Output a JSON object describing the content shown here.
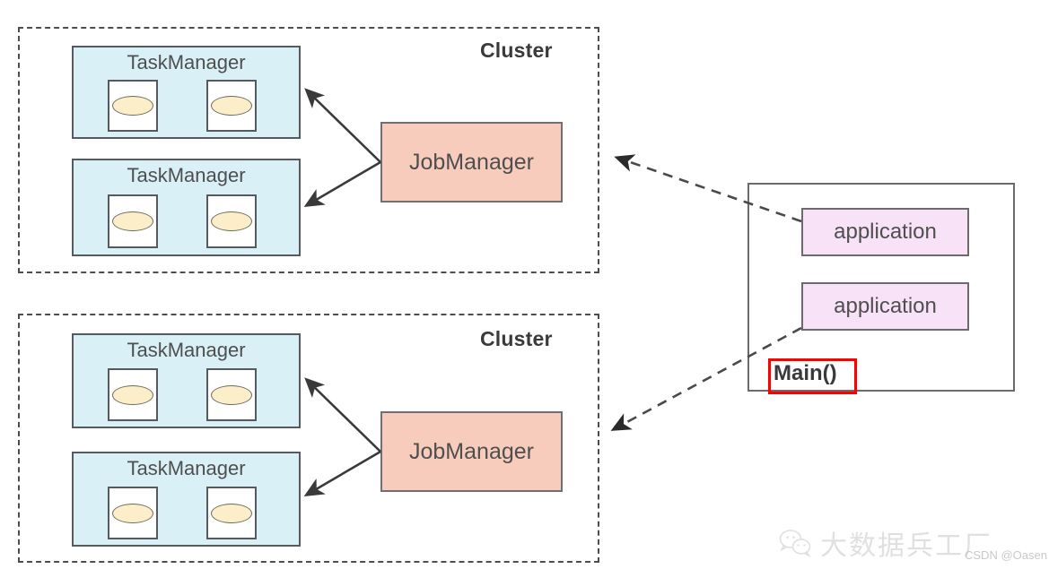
{
  "diagram": {
    "title": "Flink cluster / application deployment diagram",
    "colors": {
      "taskmanager_fill": "#d9f0f7",
      "jobmanager_fill": "#f8ccbc",
      "application_fill": "#f8e2f8",
      "slot_oval_fill": "#fbeec8",
      "stroke": "#555a5e",
      "highlight": "#ff0000",
      "background": "#ffffff"
    },
    "clusters": [
      {
        "label": "Cluster",
        "taskmanagers": [
          {
            "label": "TaskManager",
            "slots": [
              {
                "name": "slot"
              },
              {
                "name": "slot"
              }
            ]
          },
          {
            "label": "TaskManager",
            "slots": [
              {
                "name": "slot"
              },
              {
                "name": "slot"
              }
            ]
          }
        ],
        "jobmanager": {
          "label": "JobManager"
        }
      },
      {
        "label": "Cluster",
        "taskmanagers": [
          {
            "label": "TaskManager",
            "slots": [
              {
                "name": "slot"
              },
              {
                "name": "slot"
              }
            ]
          },
          {
            "label": "TaskManager",
            "slots": [
              {
                "name": "slot"
              },
              {
                "name": "slot"
              }
            ]
          }
        ],
        "jobmanager": {
          "label": "JobManager"
        }
      }
    ],
    "client": {
      "applications": [
        {
          "label": "application"
        },
        {
          "label": "application"
        }
      ],
      "main_label": "Main()"
    },
    "watermark": {
      "brand_text": "大数据兵工厂",
      "credit": "CSDN @Oasen"
    }
  }
}
